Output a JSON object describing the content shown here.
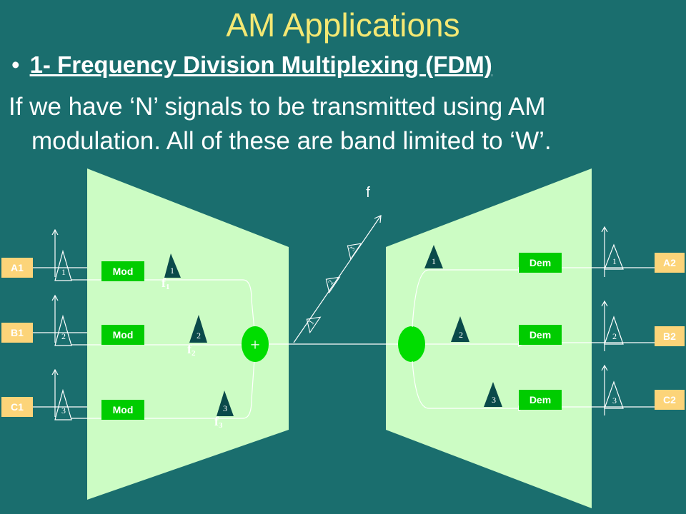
{
  "title": "AM Applications",
  "bullet": "1- Frequency Division Multiplexing (FDM)",
  "paragraph": {
    "line1": "If we have ‘N’ signals to be transmitted using AM",
    "line2": "modulation. All of these are band limited to ‘W’."
  },
  "diagram": {
    "inputs": [
      "A1",
      "B1",
      "C1"
    ],
    "outputs": [
      "A2",
      "B2",
      "C2"
    ],
    "mod_label": "Mod",
    "dem_label": "Dem",
    "carriers": [
      "f",
      "f",
      "f"
    ],
    "carrier_subs": [
      "1",
      "2",
      "3"
    ],
    "numbers": [
      "1",
      "2",
      "3"
    ],
    "sum_symbol": "+",
    "freq_axis_label": "f"
  },
  "colors": {
    "background": "#1a6e6e",
    "title": "#f4e873",
    "panel": "#ccfcc4",
    "box_green": "#00cc00",
    "label_box": "#fcd479",
    "triangle": "#0a4a4a",
    "node_green": "#00dd00"
  }
}
